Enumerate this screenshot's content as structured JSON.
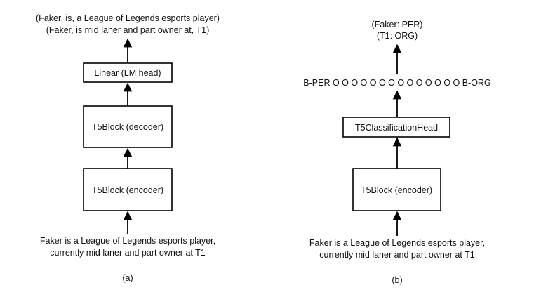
{
  "panel_a": {
    "output_lines": [
      "(Faker, is, a League of Legends esports player)",
      "(Faker, is mid laner and part owner at, T1)"
    ],
    "blocks": {
      "lm_head": "Linear (LM head)",
      "decoder": "T5Block (decoder)",
      "encoder": "T5Block (encoder)"
    },
    "input_lines": [
      "Faker is a League of Legends esports player,",
      "currently mid laner and part owner at T1"
    ],
    "caption": "(a)"
  },
  "panel_b": {
    "output_lines": [
      "(Faker: PER)",
      "(T1: ORG)"
    ],
    "tag_sequence": "B-PER O O O O O O O O O O O O O O B-ORG",
    "blocks": {
      "classification_head": "T5ClassificationHead",
      "encoder": "T5Block (encoder)"
    },
    "input_lines": [
      "Faker is a League of Legends esports player,",
      "currently mid laner and part owner at T1"
    ],
    "caption": "(b)"
  }
}
